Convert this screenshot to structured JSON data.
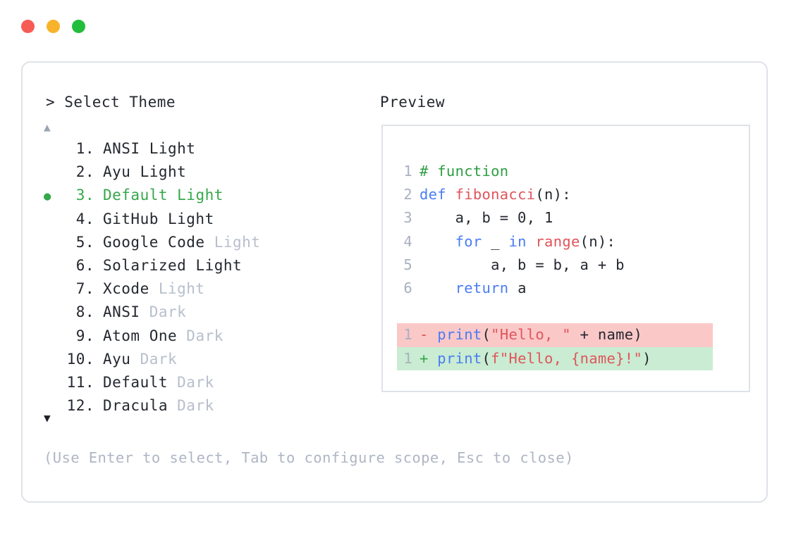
{
  "window": {
    "buttons": [
      {
        "name": "close-button",
        "color": "#f65b54"
      },
      {
        "name": "minimize-button",
        "color": "#f7b32a"
      },
      {
        "name": "maximize-button",
        "color": "#23bd3c"
      }
    ]
  },
  "selector": {
    "prompt": "> Select Theme",
    "scroll_up": "▲",
    "scroll_down": "▼",
    "selected_index": 3,
    "bullet": "●",
    "accent_color": "#35a84a",
    "muted_color": "#b7bfcd",
    "items": [
      {
        "number": "1.",
        "name": "ANSI",
        "variant": " Light",
        "variant_muted": false,
        "selected": false
      },
      {
        "number": "2.",
        "name": "Ayu",
        "variant": " Light",
        "variant_muted": false,
        "selected": false
      },
      {
        "number": "3.",
        "name": "Default",
        "variant": " Light",
        "variant_muted": false,
        "selected": true
      },
      {
        "number": "4.",
        "name": "GitHub",
        "variant": " Light",
        "variant_muted": false,
        "selected": false
      },
      {
        "number": "5.",
        "name": "Google Code",
        "variant": " Light",
        "variant_muted": true,
        "selected": false
      },
      {
        "number": "6.",
        "name": "Solarized",
        "variant": " Light",
        "variant_muted": false,
        "selected": false
      },
      {
        "number": "7.",
        "name": "Xcode",
        "variant": " Light",
        "variant_muted": true,
        "selected": false
      },
      {
        "number": "8.",
        "name": "ANSI",
        "variant": " Dark",
        "variant_muted": true,
        "selected": false
      },
      {
        "number": "9.",
        "name": "Atom One",
        "variant": " Dark",
        "variant_muted": true,
        "selected": false
      },
      {
        "number": "10.",
        "name": "Ayu",
        "variant": " Dark",
        "variant_muted": true,
        "selected": false
      },
      {
        "number": "11.",
        "name": "Default",
        "variant": " Dark",
        "variant_muted": true,
        "selected": false
      },
      {
        "number": "12.",
        "name": "Dracula",
        "variant": " Dark",
        "variant_muted": true,
        "selected": false
      }
    ],
    "footer_hint": "(Use Enter to select, Tab to configure scope, Esc to close)"
  },
  "preview": {
    "label": "Preview",
    "code_lines": [
      {
        "no": "1",
        "tokens": [
          {
            "t": "# function",
            "c": "comment"
          }
        ]
      },
      {
        "no": "2",
        "tokens": [
          {
            "t": "def ",
            "c": "keyword"
          },
          {
            "t": "fibonacci",
            "c": "func"
          },
          {
            "t": "(n):",
            "c": "punct"
          }
        ]
      },
      {
        "no": "3",
        "tokens": [
          {
            "t": "    a, b = 0, 1",
            "c": "plain"
          }
        ]
      },
      {
        "no": "4",
        "tokens": [
          {
            "t": "    ",
            "c": "plain"
          },
          {
            "t": "for",
            "c": "keyword"
          },
          {
            "t": " _ ",
            "c": "plain"
          },
          {
            "t": "in",
            "c": "keyword"
          },
          {
            "t": " ",
            "c": "plain"
          },
          {
            "t": "range",
            "c": "func"
          },
          {
            "t": "(n):",
            "c": "punct"
          }
        ]
      },
      {
        "no": "5",
        "tokens": [
          {
            "t": "        a, b = b, a + b",
            "c": "plain"
          }
        ]
      },
      {
        "no": "6",
        "tokens": [
          {
            "t": "    ",
            "c": "plain"
          },
          {
            "t": "return",
            "c": "keyword"
          },
          {
            "t": " a",
            "c": "plain"
          }
        ]
      }
    ],
    "diff_lines": [
      {
        "no": "1",
        "sign": "-",
        "kind": "del",
        "tokens": [
          {
            "t": "print",
            "c": "keyword"
          },
          {
            "t": "(",
            "c": "punct"
          },
          {
            "t": "\"Hello, \"",
            "c": "string"
          },
          {
            "t": " + name)",
            "c": "plain"
          }
        ]
      },
      {
        "no": "1",
        "sign": "+",
        "kind": "add",
        "tokens": [
          {
            "t": "print",
            "c": "keyword"
          },
          {
            "t": "(",
            "c": "punct"
          },
          {
            "t": "f\"Hello, {name}!\"",
            "c": "string"
          },
          {
            "t": ")",
            "c": "punct"
          }
        ]
      }
    ]
  }
}
